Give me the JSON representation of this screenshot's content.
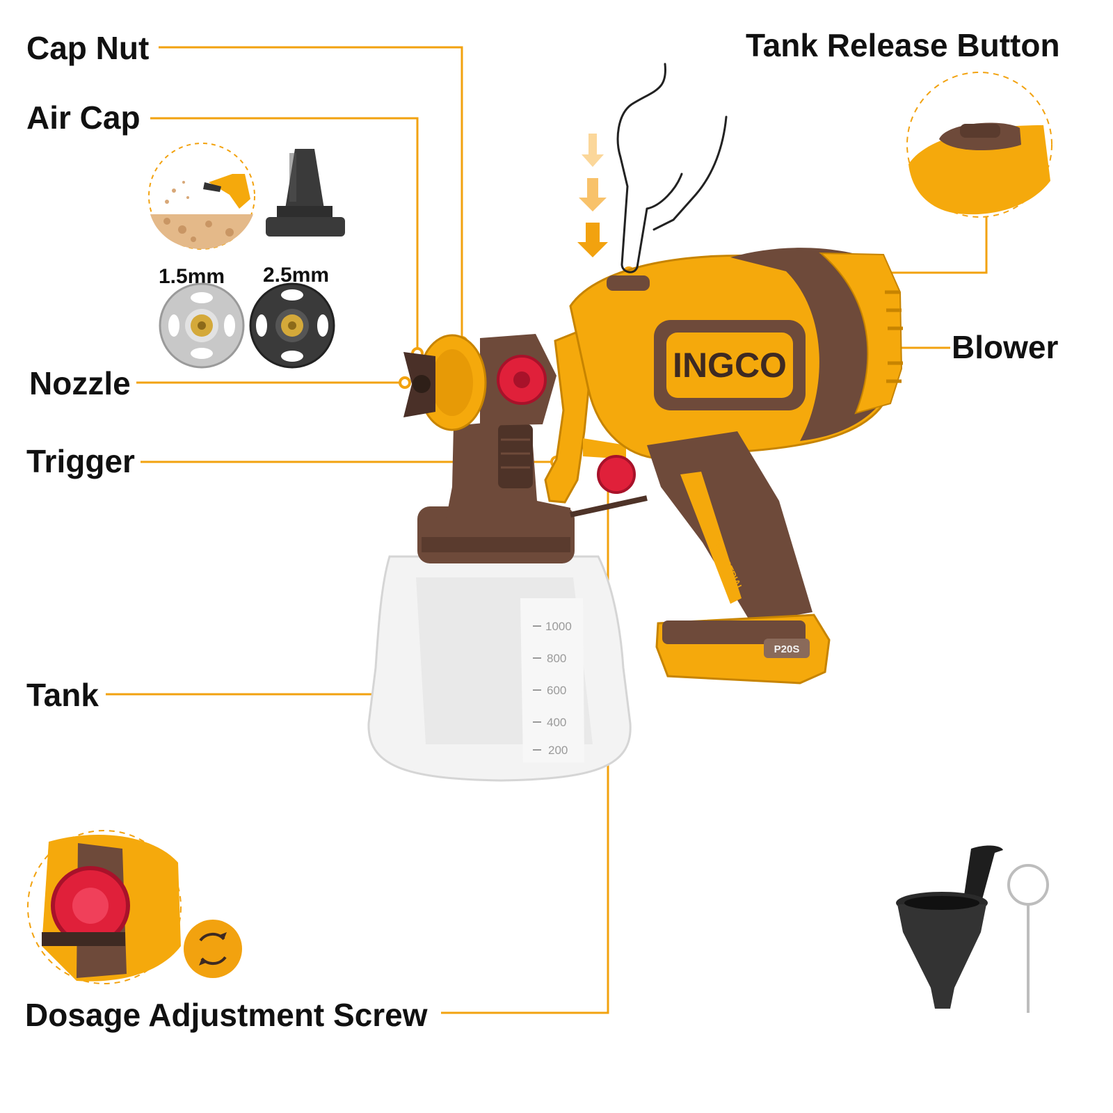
{
  "colors": {
    "accent": "#F2A20F",
    "body": "#F5A90C",
    "dark": "#6E4A3A",
    "knob": "#E0203A",
    "tank": "#F3F3F3",
    "text": "#111111"
  },
  "labels": {
    "cap_nut": "Cap Nut",
    "air_cap": "Air Cap",
    "nozzle": "Nozzle",
    "trigger": "Trigger",
    "tank": "Tank",
    "dosage": "Dosage Adjustment Screw",
    "tank_release": "Tank Release Button",
    "blower": "Blower"
  },
  "nozzle_sizes": [
    "1.5mm",
    "2.5mm"
  ],
  "brand": "INGCO",
  "handle_text": "INDUSTRIAL",
  "model": "P20S",
  "tank_scale": [
    "1000",
    "800",
    "600",
    "400",
    "200"
  ],
  "icons": [
    "hand-pointer-icon",
    "down-arrow-icon",
    "rotate-icon",
    "funnel-icon",
    "cleaning-pin-icon"
  ]
}
